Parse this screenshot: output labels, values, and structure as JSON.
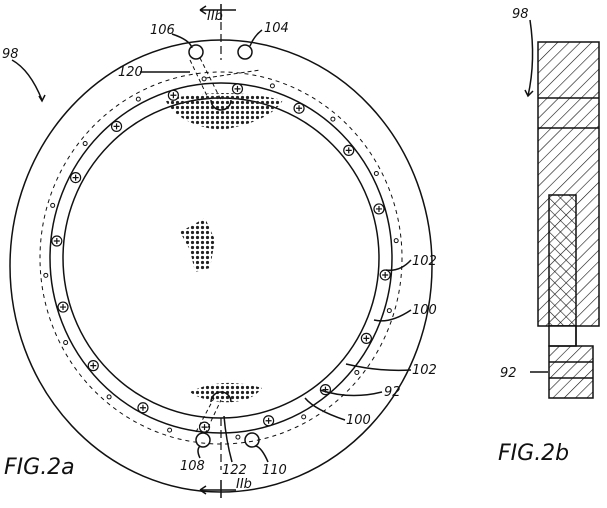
{
  "fig2a": {
    "title": "FIG.2a",
    "section_marks": [
      "IIb",
      "IIb"
    ],
    "labels": {
      "ref98": "98",
      "ref106": "106",
      "ref104": "104",
      "ref120": "120",
      "ref102a": "102",
      "ref100a": "100",
      "ref102b": "102",
      "ref92": "92",
      "ref100b": "100",
      "ref108": "108",
      "ref122": "122",
      "ref110": "110"
    }
  },
  "fig2b": {
    "title": "FIG.2b",
    "labels": {
      "ref98": "98",
      "ref92": "92"
    }
  }
}
